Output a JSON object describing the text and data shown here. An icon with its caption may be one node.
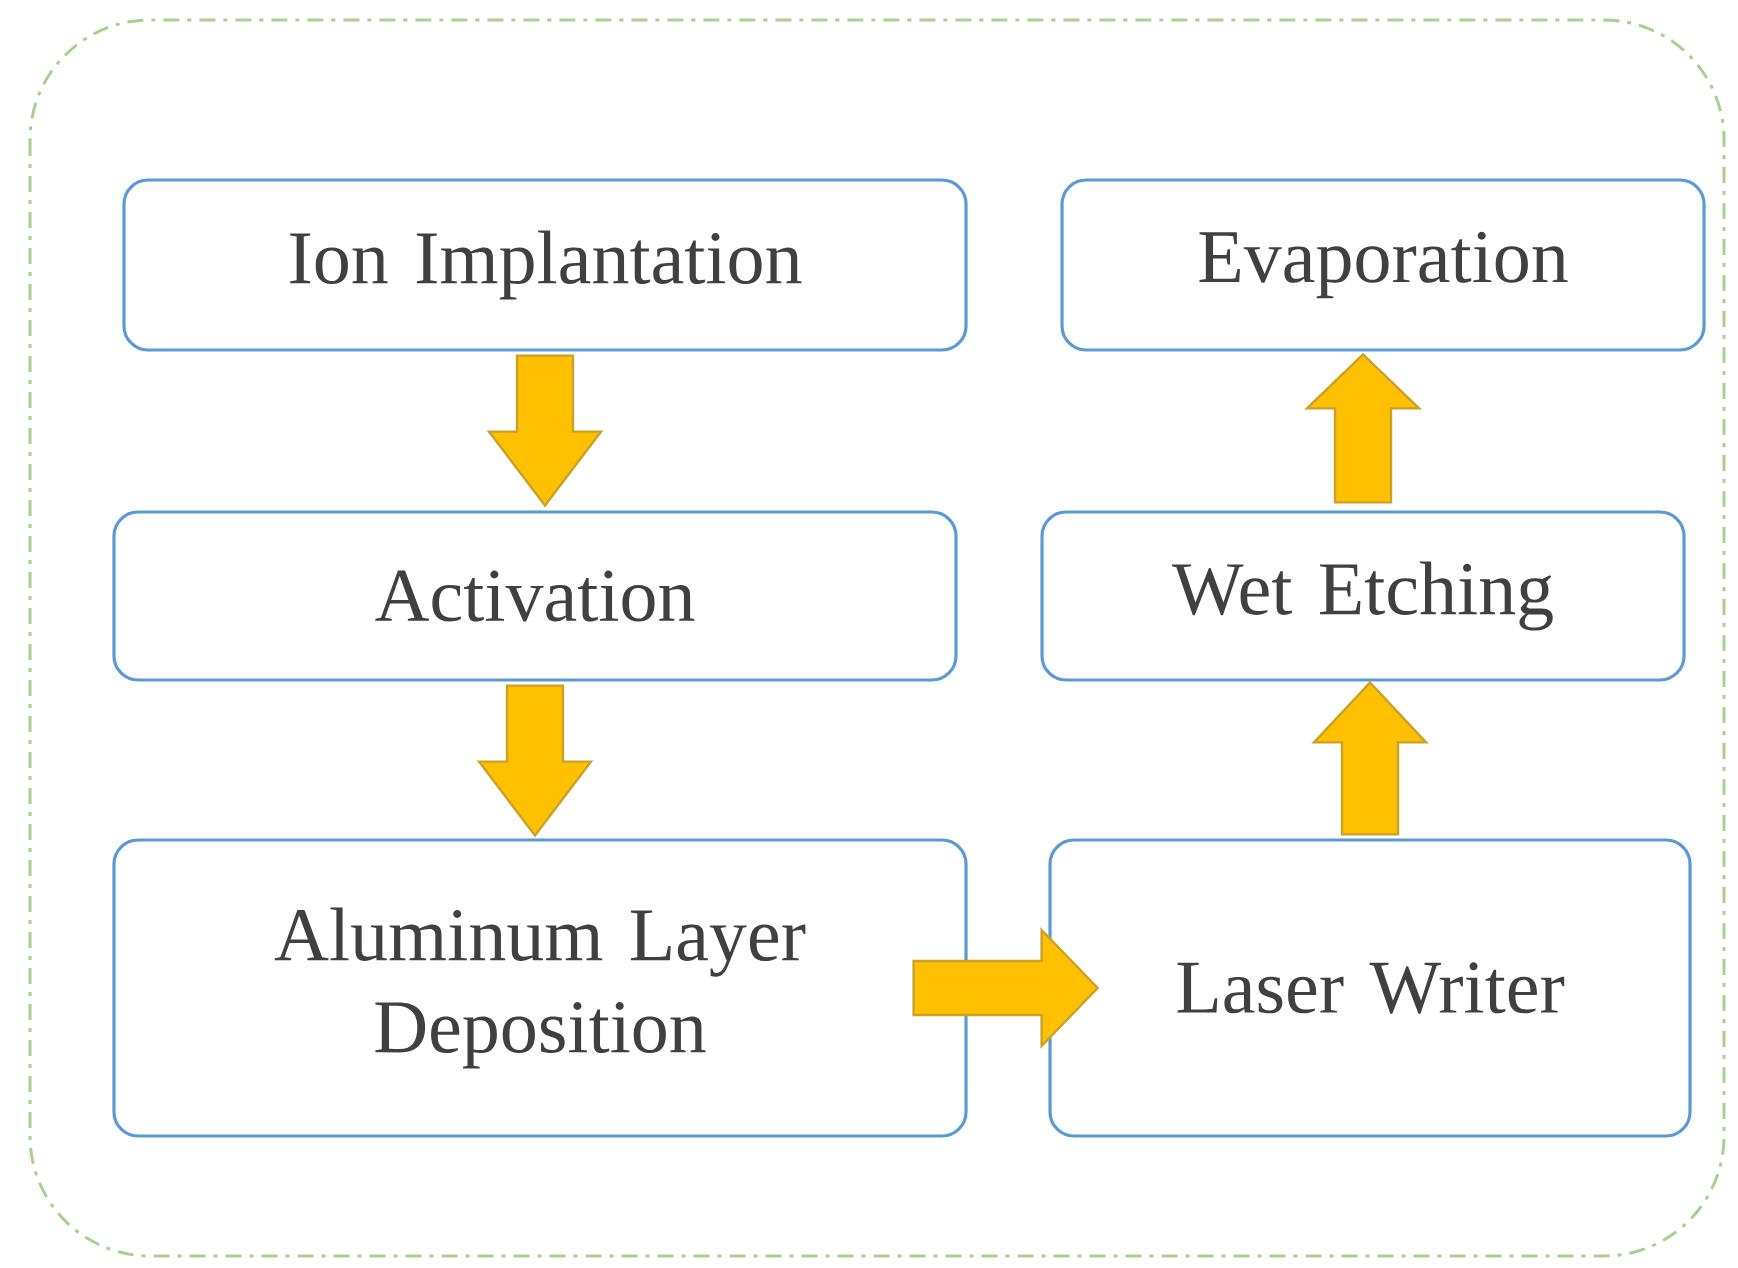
{
  "diagram": {
    "nodes": [
      {
        "text": [
          "Ion Implantation"
        ]
      },
      {
        "text": [
          "Activation"
        ]
      },
      {
        "text": [
          "Aluminum Layer Deposition"
        ]
      },
      {
        "text": [
          "Laser Writer"
        ]
      },
      {
        "text": [
          "Wet Etching"
        ]
      },
      {
        "text": [
          "Evaporation"
        ]
      }
    ],
    "edges": [
      {
        "from": 0,
        "to": 1,
        "arrow": "to"
      },
      {
        "from": 1,
        "to": 2,
        "arrow": "to"
      },
      {
        "from": 2,
        "to": 3,
        "arrow": "to"
      },
      {
        "from": 3,
        "to": 4,
        "arrow": "to"
      },
      {
        "from": 4,
        "to": 5,
        "arrow": "to"
      }
    ]
  }
}
